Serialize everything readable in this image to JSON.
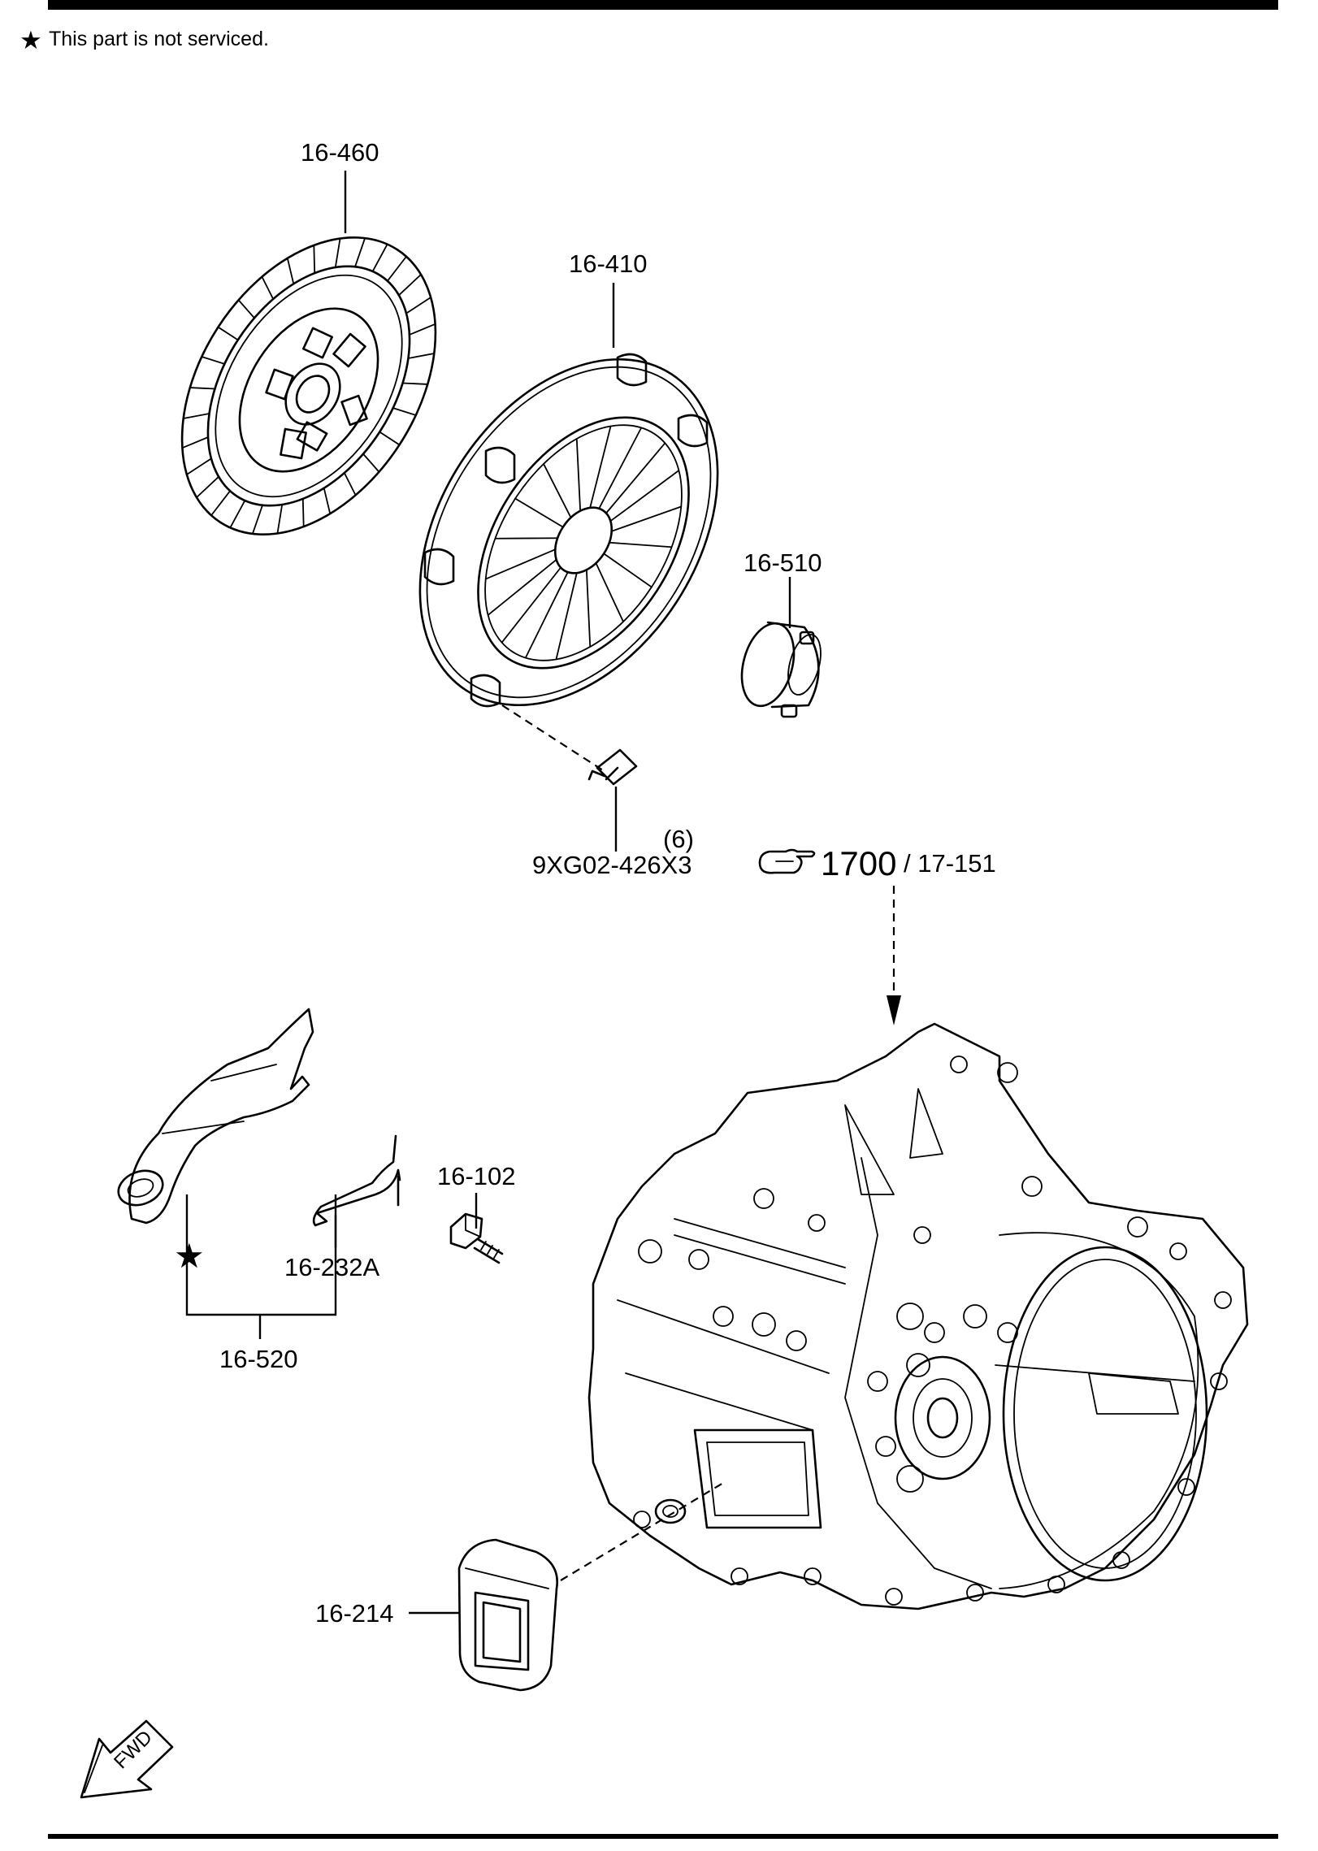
{
  "header": {
    "note_symbol": "★",
    "note_text": "This part is not serviced."
  },
  "callouts": {
    "clutch_disc": "16-460",
    "pressure_plate": "16-410",
    "release_bearing": "16-510",
    "bolt_part": "9XG02-426X3",
    "bolt_qty": "(6)",
    "transaxle_ref": "1700",
    "transaxle_ref_sub": "/ 17-151",
    "pivot_bolt": "16-102",
    "spring_clip": "16-232A",
    "fork_assembly": "16-520",
    "boot": "16-214",
    "fork_marker": "★"
  },
  "orientation": {
    "label": "FWD"
  },
  "icons": {
    "reference": "pointing-hand-icon",
    "not_serviced": "star-icon",
    "orientation": "fwd-arrow-icon"
  },
  "colors": {
    "line": "#000000",
    "background": "#ffffff"
  }
}
